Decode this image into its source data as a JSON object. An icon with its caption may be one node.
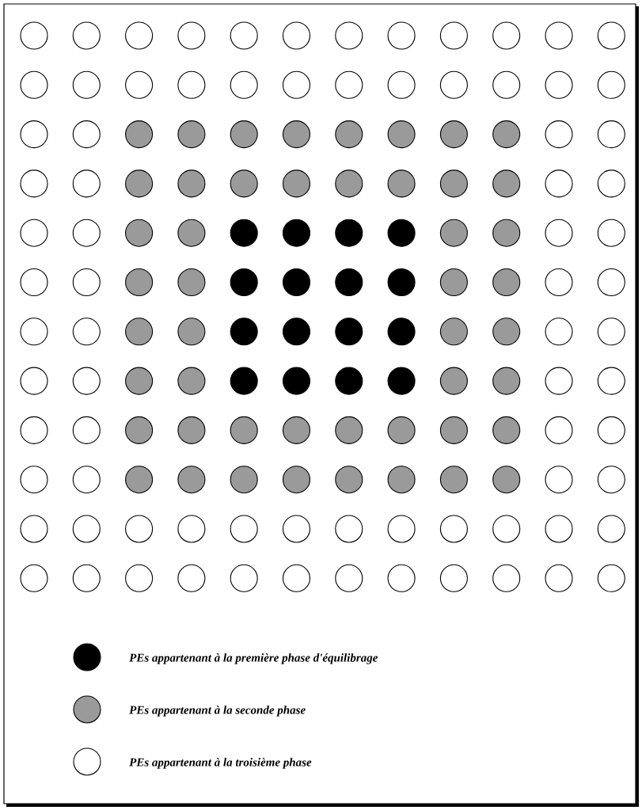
{
  "diagram": {
    "legend": [
      {
        "text": "PEs appartenant à la première phase d'équilibrage",
        "color": "#000000"
      },
      {
        "text": "PEs appartenant à la seconde phase",
        "color": "#9a9a9a"
      },
      {
        "text": "PEs appartenant à la troisième phase"
      }
    ]
  }
}
